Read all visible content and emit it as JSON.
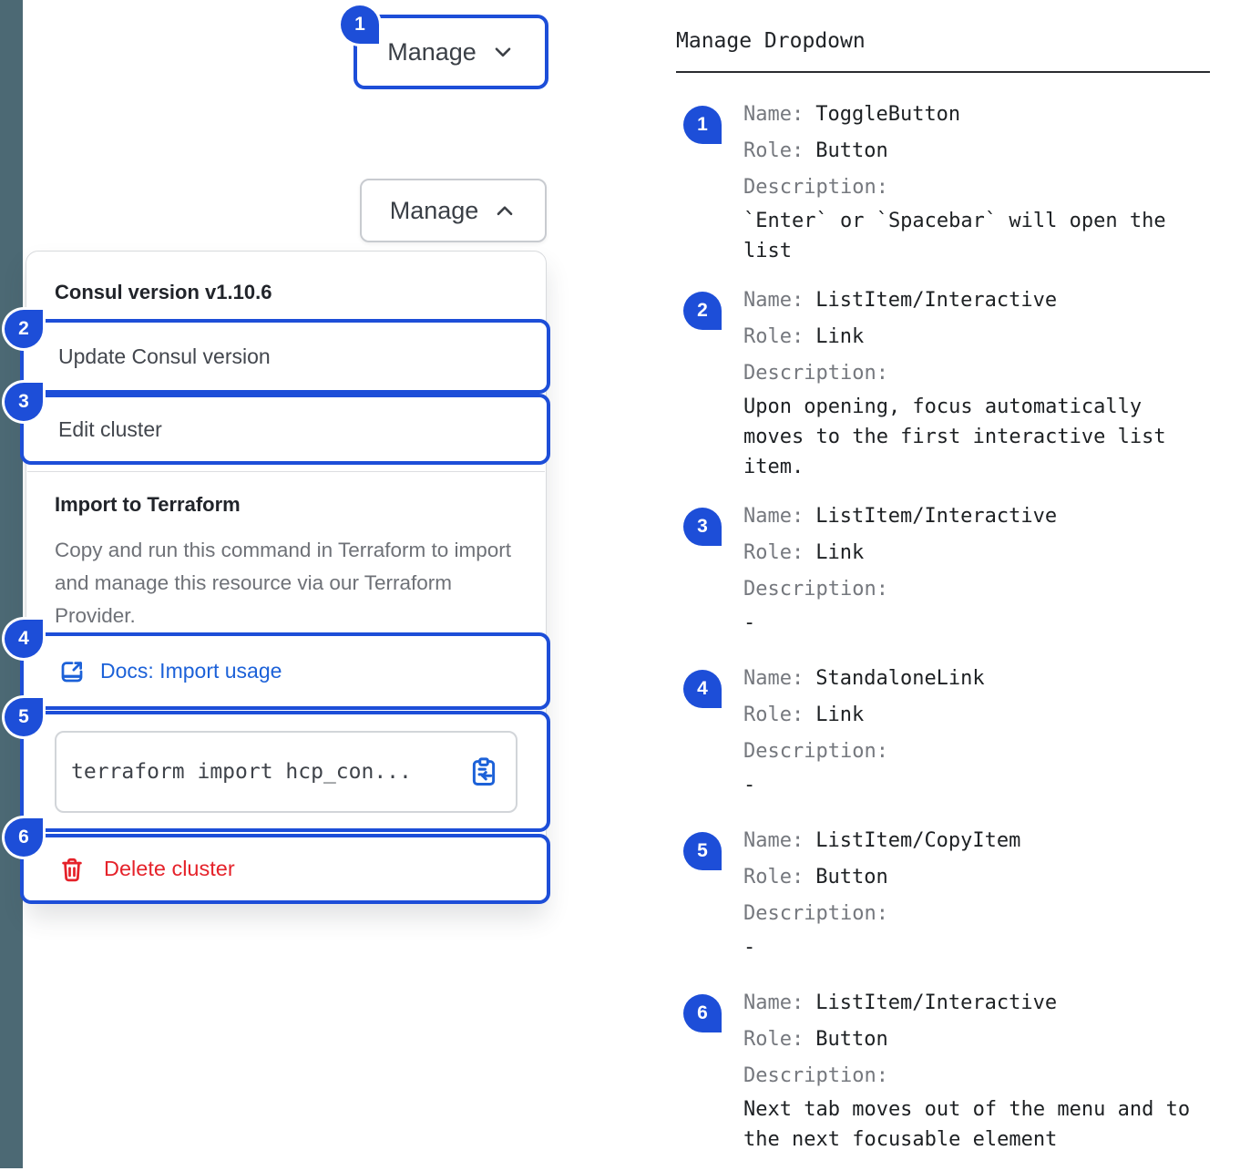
{
  "colors": {
    "annotation_blue": "#1d4ed8",
    "link_blue": "#1c61d8",
    "critical_red": "#e5222a",
    "sidebar_strip": "#4c6974"
  },
  "left": {
    "toggle_collapsed": {
      "label": "Manage",
      "chevron": "chevron-down-icon",
      "badge": "1"
    },
    "toggle_expanded": {
      "label": "Manage",
      "chevron": "chevron-up-icon"
    },
    "dropdown": {
      "version_header": "Consul version v1.10.6",
      "update_item": {
        "label": "Update Consul version",
        "badge": "2"
      },
      "edit_item": {
        "label": "Edit cluster",
        "badge": "3"
      },
      "import_header": "Import to Terraform",
      "import_description": "Copy and run this command in Terraform to import and manage this resource via our Terraform Provider.",
      "docs_link": {
        "label": "Docs: Import usage",
        "icon": "external-link-icon",
        "badge": "4"
      },
      "copy_item": {
        "code": "terraform import hcp_con...",
        "icon": "clipboard-copy-icon",
        "badge": "5"
      },
      "delete_item": {
        "label": "Delete cluster",
        "icon": "trash-icon",
        "badge": "6"
      }
    }
  },
  "right": {
    "title": "Manage Dropdown",
    "labels": {
      "name": "Name:",
      "role": "Role:",
      "description": "Description:"
    },
    "items": [
      {
        "num": "1",
        "name": "ToggleButton",
        "role": "Button",
        "description": "`Enter` or `Spacebar` will open the list"
      },
      {
        "num": "2",
        "name": "ListItem/Interactive",
        "role": "Link",
        "description": "Upon opening, focus automatically moves to the first interactive list item."
      },
      {
        "num": "3",
        "name": "ListItem/Interactive",
        "role": "Link",
        "description": "-"
      },
      {
        "num": "4",
        "name": "StandaloneLink",
        "role": "Link",
        "description": "-"
      },
      {
        "num": "5",
        "name": "ListItem/CopyItem",
        "role": "Button",
        "description": "-"
      },
      {
        "num": "6",
        "name": "ListItem/Interactive",
        "role": "Button",
        "description": "Next tab moves out of the menu and to the next focusable element"
      }
    ]
  }
}
